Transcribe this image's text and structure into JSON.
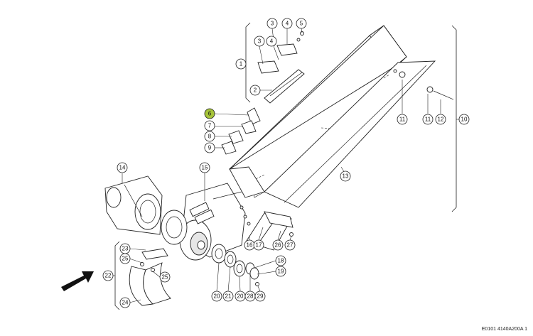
{
  "drawing_ref": "E0101 4140A200A 1",
  "highlight_color": "#a6c43a",
  "callouts": [
    {
      "label": "1",
      "highlighted": false
    },
    {
      "label": "2",
      "highlighted": false
    },
    {
      "label": "3",
      "highlighted": false
    },
    {
      "label": "4",
      "highlighted": false
    },
    {
      "label": "3",
      "highlighted": false
    },
    {
      "label": "4",
      "highlighted": false
    },
    {
      "label": "5",
      "highlighted": false
    },
    {
      "label": "6",
      "highlighted": true
    },
    {
      "label": "7",
      "highlighted": false
    },
    {
      "label": "8",
      "highlighted": false
    },
    {
      "label": "9",
      "highlighted": false
    },
    {
      "label": "10",
      "highlighted": false
    },
    {
      "label": "11",
      "highlighted": false
    },
    {
      "label": "11",
      "highlighted": false
    },
    {
      "label": "12",
      "highlighted": false
    },
    {
      "label": "13",
      "highlighted": false
    },
    {
      "label": "14",
      "highlighted": false
    },
    {
      "label": "15",
      "highlighted": false
    },
    {
      "label": "16",
      "highlighted": false
    },
    {
      "label": "17",
      "highlighted": false
    },
    {
      "label": "26",
      "highlighted": false
    },
    {
      "label": "27",
      "highlighted": false
    },
    {
      "label": "18",
      "highlighted": false
    },
    {
      "label": "19",
      "highlighted": false
    },
    {
      "label": "20",
      "highlighted": false
    },
    {
      "label": "21",
      "highlighted": false
    },
    {
      "label": "20",
      "highlighted": false
    },
    {
      "label": "28",
      "highlighted": false
    },
    {
      "label": "29",
      "highlighted": false
    },
    {
      "label": "22",
      "highlighted": false
    },
    {
      "label": "23",
      "highlighted": false
    },
    {
      "label": "25",
      "highlighted": false
    },
    {
      "label": "25",
      "highlighted": false
    },
    {
      "label": "24",
      "highlighted": false
    }
  ]
}
